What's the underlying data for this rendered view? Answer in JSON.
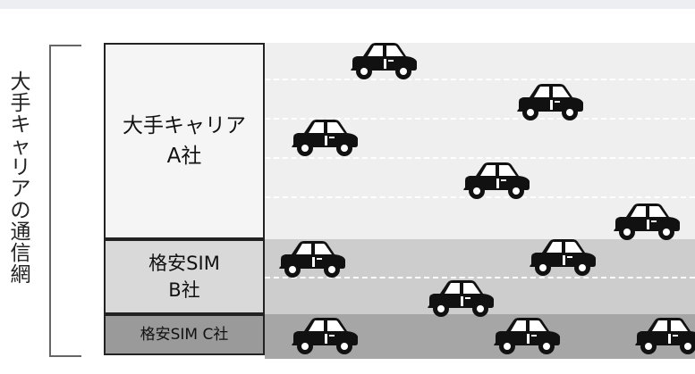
{
  "side_label": {
    "chars": [
      "大",
      "手",
      "キ",
      "ャ",
      "リ",
      "ア",
      "の",
      "通",
      "信",
      "網"
    ]
  },
  "tiers": {
    "a": {
      "line1": "大手キャリア",
      "line2": "A社"
    },
    "b": {
      "line1": "格安SIM",
      "line2": "B社"
    },
    "c": {
      "line1": "格安SIM C社"
    }
  },
  "colors": {
    "tier_a": "#efefef",
    "tier_b": "#cdcdcd",
    "tier_c": "#a6a6a6",
    "car": "#111111"
  },
  "icons": {
    "vehicle": "car-icon"
  }
}
